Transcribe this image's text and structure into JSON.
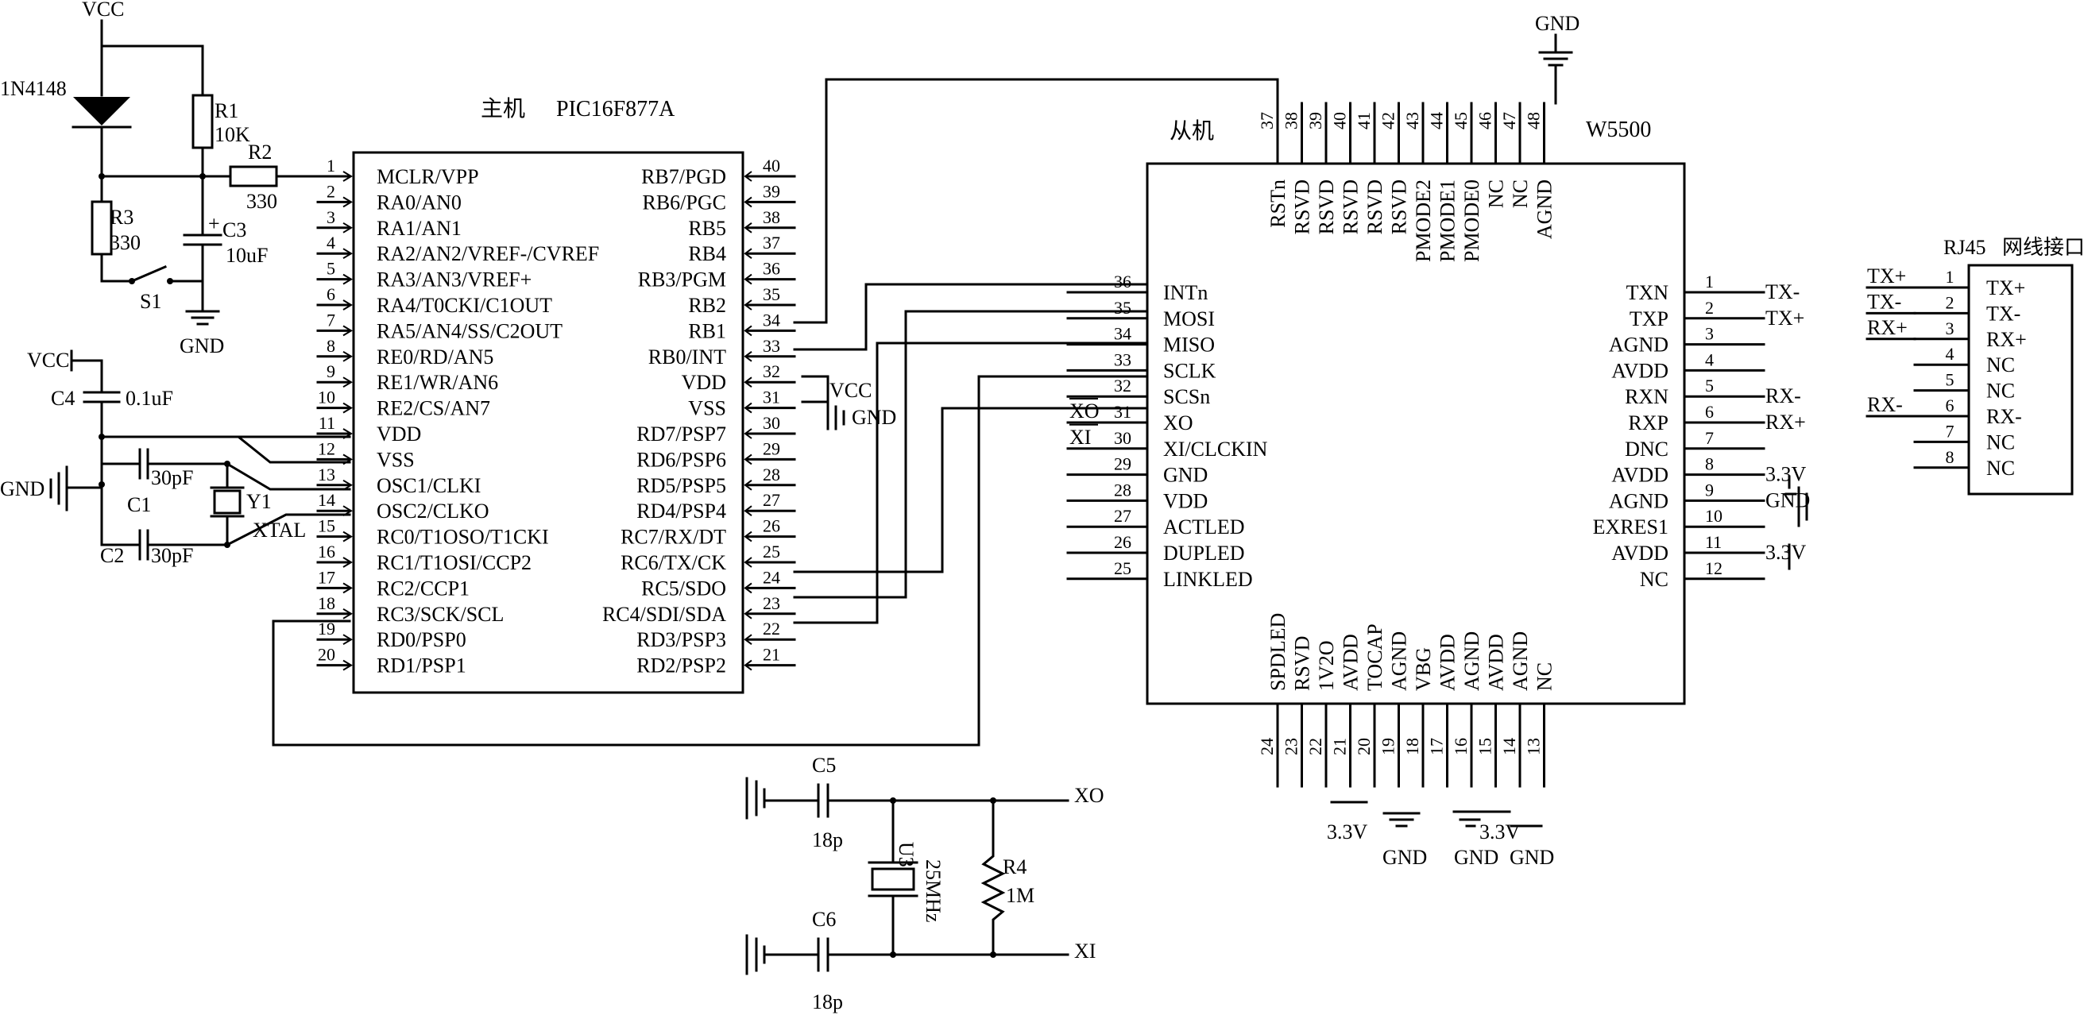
{
  "mcu": {
    "title_cn": "主机",
    "title": "PIC16F877A",
    "left_pins": [
      {
        "num": "1",
        "name": "MCLR/VPP"
      },
      {
        "num": "2",
        "name": "RA0/AN0"
      },
      {
        "num": "3",
        "name": "RA1/AN1"
      },
      {
        "num": "4",
        "name": "RA2/AN2/VREF-/CVREF"
      },
      {
        "num": "5",
        "name": "RA3/AN3/VREF+"
      },
      {
        "num": "6",
        "name": "RA4/T0CKI/C1OUT"
      },
      {
        "num": "7",
        "name": "RA5/AN4/SS/C2OUT"
      },
      {
        "num": "8",
        "name": "RE0/RD/AN5"
      },
      {
        "num": "9",
        "name": "RE1/WR/AN6"
      },
      {
        "num": "10",
        "name": "RE2/CS/AN7"
      },
      {
        "num": "11",
        "name": "VDD"
      },
      {
        "num": "12",
        "name": "VSS"
      },
      {
        "num": "13",
        "name": "OSC1/CLKI"
      },
      {
        "num": "14",
        "name": "OSC2/CLKO"
      },
      {
        "num": "15",
        "name": "RC0/T1OSO/T1CKI"
      },
      {
        "num": "16",
        "name": "RC1/T1OSI/CCP2"
      },
      {
        "num": "17",
        "name": "RC2/CCP1"
      },
      {
        "num": "18",
        "name": "RC3/SCK/SCL"
      },
      {
        "num": "19",
        "name": "RD0/PSP0"
      },
      {
        "num": "20",
        "name": "RD1/PSP1"
      }
    ],
    "right_pins": [
      {
        "num": "40",
        "name": "RB7/PGD"
      },
      {
        "num": "39",
        "name": "RB6/PGC"
      },
      {
        "num": "38",
        "name": "RB5"
      },
      {
        "num": "37",
        "name": "RB4"
      },
      {
        "num": "36",
        "name": "RB3/PGM"
      },
      {
        "num": "35",
        "name": "RB2"
      },
      {
        "num": "34",
        "name": "RB1"
      },
      {
        "num": "33",
        "name": "RB0/INT"
      },
      {
        "num": "32",
        "name": "VDD"
      },
      {
        "num": "31",
        "name": "VSS"
      },
      {
        "num": "30",
        "name": "RD7/PSP7"
      },
      {
        "num": "29",
        "name": "RD6/PSP6"
      },
      {
        "num": "28",
        "name": "RD5/PSP5"
      },
      {
        "num": "27",
        "name": "RD4/PSP4"
      },
      {
        "num": "26",
        "name": "RC7/RX/DT"
      },
      {
        "num": "25",
        "name": "RC6/TX/CK"
      },
      {
        "num": "24",
        "name": "RC5/SDO"
      },
      {
        "num": "23",
        "name": "RC4/SDI/SDA"
      },
      {
        "num": "22",
        "name": "RD3/PSP3"
      },
      {
        "num": "21",
        "name": "RD2/PSP2"
      }
    ]
  },
  "w5500": {
    "title_cn": "从机",
    "title": "W5500",
    "left_pins": [
      {
        "num": "36",
        "name": "INTn"
      },
      {
        "num": "35",
        "name": "MOSI"
      },
      {
        "num": "34",
        "name": "MISO"
      },
      {
        "num": "33",
        "name": "SCLK"
      },
      {
        "num": "32",
        "name": "SCSn"
      },
      {
        "num": "31",
        "name": "XO",
        "ext": "XO"
      },
      {
        "num": "30",
        "name": "XI/CLCKIN",
        "ext": "XI"
      },
      {
        "num": "29",
        "name": "GND"
      },
      {
        "num": "28",
        "name": "VDD"
      },
      {
        "num": "27",
        "name": "ACTLED"
      },
      {
        "num": "26",
        "name": "DUPLED"
      },
      {
        "num": "25",
        "name": "LINKLED"
      }
    ],
    "right_pins": [
      {
        "num": "1",
        "name": "TXN",
        "ext": "TX-"
      },
      {
        "num": "2",
        "name": "TXP",
        "ext": "TX+"
      },
      {
        "num": "3",
        "name": "AGND"
      },
      {
        "num": "4",
        "name": "AVDD"
      },
      {
        "num": "5",
        "name": "RXN",
        "ext": "RX-"
      },
      {
        "num": "6",
        "name": "RXP",
        "ext": "RX+"
      },
      {
        "num": "7",
        "name": "DNC"
      },
      {
        "num": "8",
        "name": "AVDD",
        "ext": "3.3V"
      },
      {
        "num": "9",
        "name": "AGND",
        "ext": "GND"
      },
      {
        "num": "10",
        "name": "EXRES1"
      },
      {
        "num": "11",
        "name": "AVDD",
        "ext": "3.3V"
      },
      {
        "num": "12",
        "name": "NC"
      }
    ],
    "top_pins": [
      {
        "num": "37",
        "name": "RSTn"
      },
      {
        "num": "38",
        "name": "RSVD"
      },
      {
        "num": "39",
        "name": "RSVD"
      },
      {
        "num": "40",
        "name": "RSVD"
      },
      {
        "num": "41",
        "name": "RSVD"
      },
      {
        "num": "42",
        "name": "RSVD"
      },
      {
        "num": "43",
        "name": "PMODE2"
      },
      {
        "num": "44",
        "name": "PMODE1"
      },
      {
        "num": "45",
        "name": "PMODE0"
      },
      {
        "num": "46",
        "name": "NC"
      },
      {
        "num": "47",
        "name": "NC"
      },
      {
        "num": "48",
        "name": "AGND"
      }
    ],
    "bottom_pins": [
      {
        "num": "24",
        "name": "SPDLED"
      },
      {
        "num": "23",
        "name": "RSVD"
      },
      {
        "num": "22",
        "name": "1V2O"
      },
      {
        "num": "21",
        "name": "AVDD"
      },
      {
        "num": "20",
        "name": "TOCAP"
      },
      {
        "num": "19",
        "name": "AGND"
      },
      {
        "num": "18",
        "name": "VBG"
      },
      {
        "num": "17",
        "name": "AVDD"
      },
      {
        "num": "16",
        "name": "AGND"
      },
      {
        "num": "15",
        "name": "AVDD"
      },
      {
        "num": "14",
        "name": "AGND"
      },
      {
        "num": "13",
        "name": "NC"
      }
    ],
    "top_gnd": "GND",
    "bottom_labels": [
      "3.3V",
      "GND",
      "3.3V",
      "GND",
      "GND"
    ]
  },
  "rj45": {
    "title": "RJ45",
    "title_cn": "网线接口",
    "pins": [
      {
        "num": "1",
        "name": "TX+",
        "ext": "TX+"
      },
      {
        "num": "2",
        "name": "TX-",
        "ext": "TX-"
      },
      {
        "num": "3",
        "name": "RX+",
        "ext": "RX+"
      },
      {
        "num": "4",
        "name": "NC"
      },
      {
        "num": "5",
        "name": "NC"
      },
      {
        "num": "6",
        "name": "RX-",
        "ext": "RX-"
      },
      {
        "num": "7",
        "name": "NC"
      },
      {
        "num": "8",
        "name": "NC"
      }
    ]
  },
  "reset": {
    "vcc": "VCC",
    "diode": "1N4148",
    "r1": "R1",
    "r1_value": "10K",
    "r2": "R2",
    "r2_value": "330",
    "r3": "R3",
    "r3_value": "330",
    "c3": "C3",
    "c3_value": "10uF",
    "c3_polarity": "+",
    "switch": "S1",
    "gnd": "GND"
  },
  "oscillator": {
    "vcc": "VCC",
    "c4": "C4",
    "c4_value": "0.1uF",
    "gnd": "GND",
    "c1": "C1",
    "c1_value": "30pF",
    "c2": "C2",
    "c2_value": "30pF",
    "crystal": "Y1",
    "crystal_type": "XTAL"
  },
  "mcu_power": {
    "vcc": "VCC",
    "gnd": "GND"
  },
  "w5500_clock": {
    "c5": "C5",
    "c5_value": "18p",
    "c6": "C6",
    "c6_value": "18p",
    "crystal": "U3",
    "crystal_value": "25MHz",
    "r4": "R4",
    "r4_value": "1M",
    "xo": "XO",
    "xi": "XI"
  }
}
